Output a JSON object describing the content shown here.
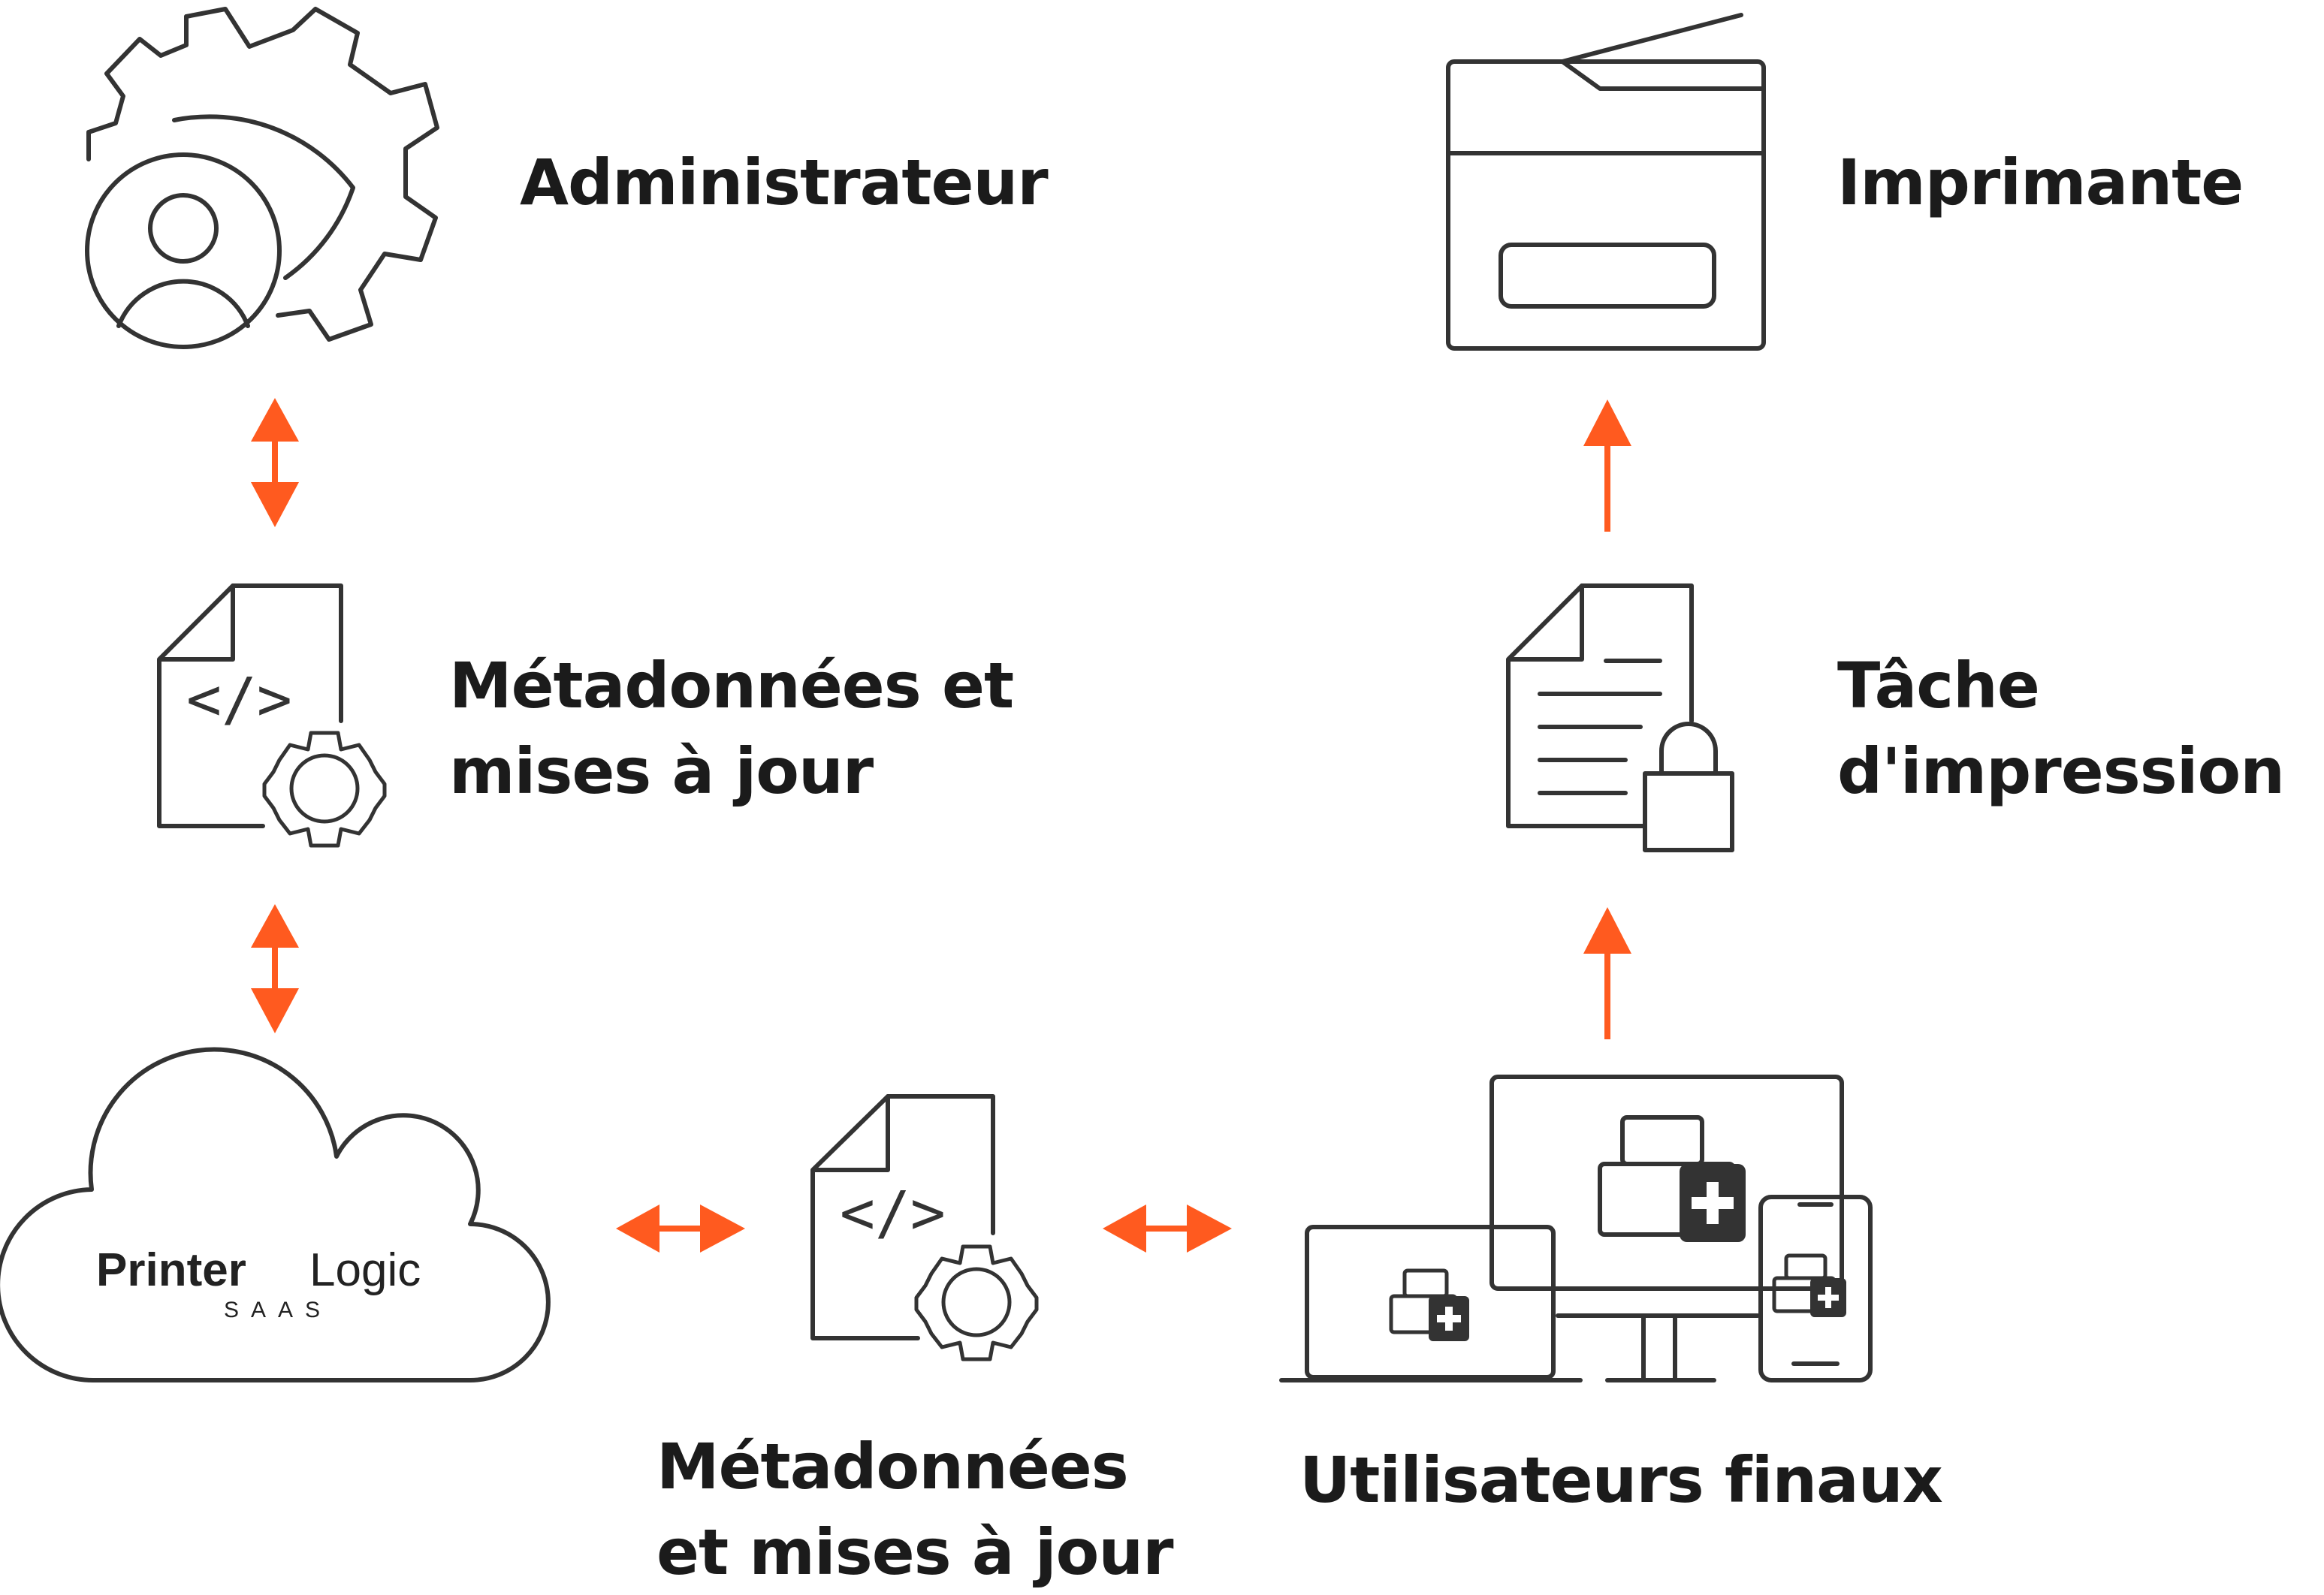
{
  "labels": {
    "admin": "Administrateur",
    "printer": "Imprimante",
    "meta_top_line1": "Métadonnées et",
    "meta_top_line2": "mises à jour",
    "print_job_line1": "Tâche",
    "print_job_line2": "d'impression",
    "meta_bottom_line1": "Métadonnées",
    "meta_bottom_line2": "et mises à jour",
    "end_users": "Utilisateurs finaux"
  },
  "logo": {
    "printer": "Printer",
    "logic": "Logic",
    "saas": "SAAS"
  },
  "colors": {
    "accent": "#ff5a1f",
    "icon_stroke": "#333333",
    "text": "#1b1b1b"
  },
  "icons": [
    "admin-gear-user-icon",
    "printer-icon",
    "code-document-gear-icon",
    "locked-document-icon",
    "cloud-icon",
    "devices-icon"
  ]
}
